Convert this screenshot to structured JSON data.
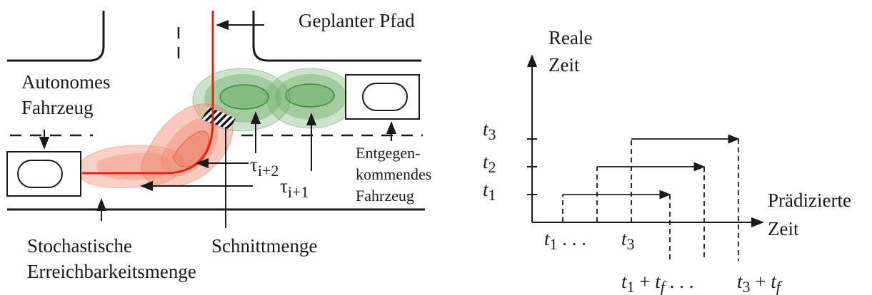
{
  "left": {
    "planned_path": "Geplanter Pfad",
    "autonomous_vehicle": [
      "Autonomes",
      "Fahrzeug"
    ],
    "oncoming_vehicle": [
      "Entgegen-",
      "kommendes",
      "Fahrzeug"
    ],
    "reachable_set": [
      "Stochastische",
      "Erreichbarkeitsmenge"
    ],
    "intersection": "Schnittmenge",
    "tau": "τ",
    "tau_i2": "i+2",
    "tau_i1": "i+1",
    "colors": {
      "path": "#e0261c",
      "green_fill": "#6fb06a",
      "green_stroke": "#3c8a3c",
      "red_fill": "#f08a70",
      "red_stroke": "#e8674c"
    }
  },
  "right": {
    "y_axis": [
      "Reale",
      "Zeit"
    ],
    "x_axis": [
      "Prädizierte",
      "Zeit"
    ],
    "y_ticks": [
      {
        "base": "t",
        "sub": "3"
      },
      {
        "base": "t",
        "sub": "2"
      },
      {
        "base": "t",
        "sub": "1"
      }
    ],
    "x_start_labels": [
      {
        "base": "t",
        "sub": "1",
        "tail": " . . ."
      },
      {
        "base": "t",
        "sub": "3",
        "tail": ""
      }
    ],
    "x_end_labels": [
      {
        "base": "t",
        "sub": "1",
        "plus": " + ",
        "base2": "t",
        "sub2": "f",
        "tail": " . . ."
      },
      {
        "base": "t",
        "sub": "3",
        "plus": " + ",
        "base2": "t",
        "sub2": "f",
        "tail": ""
      }
    ]
  }
}
